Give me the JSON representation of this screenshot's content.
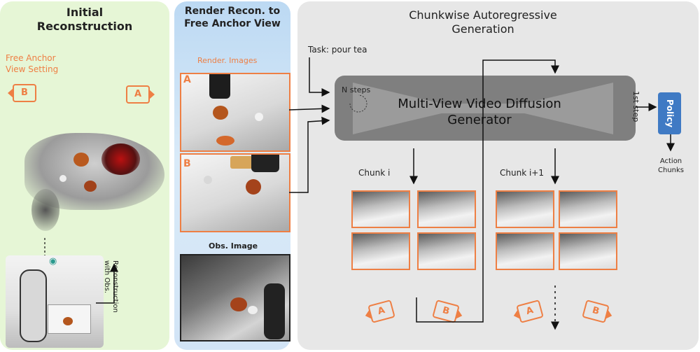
{
  "panel1": {
    "title": "Initial\nReconstruction",
    "anchor_label": "Free Anchor\nView Setting",
    "cam_a": "A",
    "cam_b": "B",
    "recon_label": "Reconstruction\nwith Obs."
  },
  "panel2": {
    "title": "Render Recon. to\nFree Anchor View",
    "render_label": "Render. Images",
    "label_a": "A",
    "label_b": "B",
    "obs_label": "Obs. Image"
  },
  "panel3": {
    "title": "Chunkwise Autoregressive\nGeneration",
    "task": "Task: pour tea",
    "n_steps": "N steps",
    "generator": "Multi-View Video Diffusion\nGenerator",
    "first_step": "1st step",
    "policy": "Policy",
    "action": "Action\nChunks",
    "chunk_i": "Chunk i",
    "chunk_i1": "Chunk i+1",
    "cam_a": "A",
    "cam_b": "B"
  },
  "colors": {
    "orange": "#ee7f44",
    "green_bg": "#e6f6d6",
    "blue_bg": "#cfe3f6",
    "gray_bg": "#e7e7e7",
    "policy": "#3f7ac4"
  }
}
